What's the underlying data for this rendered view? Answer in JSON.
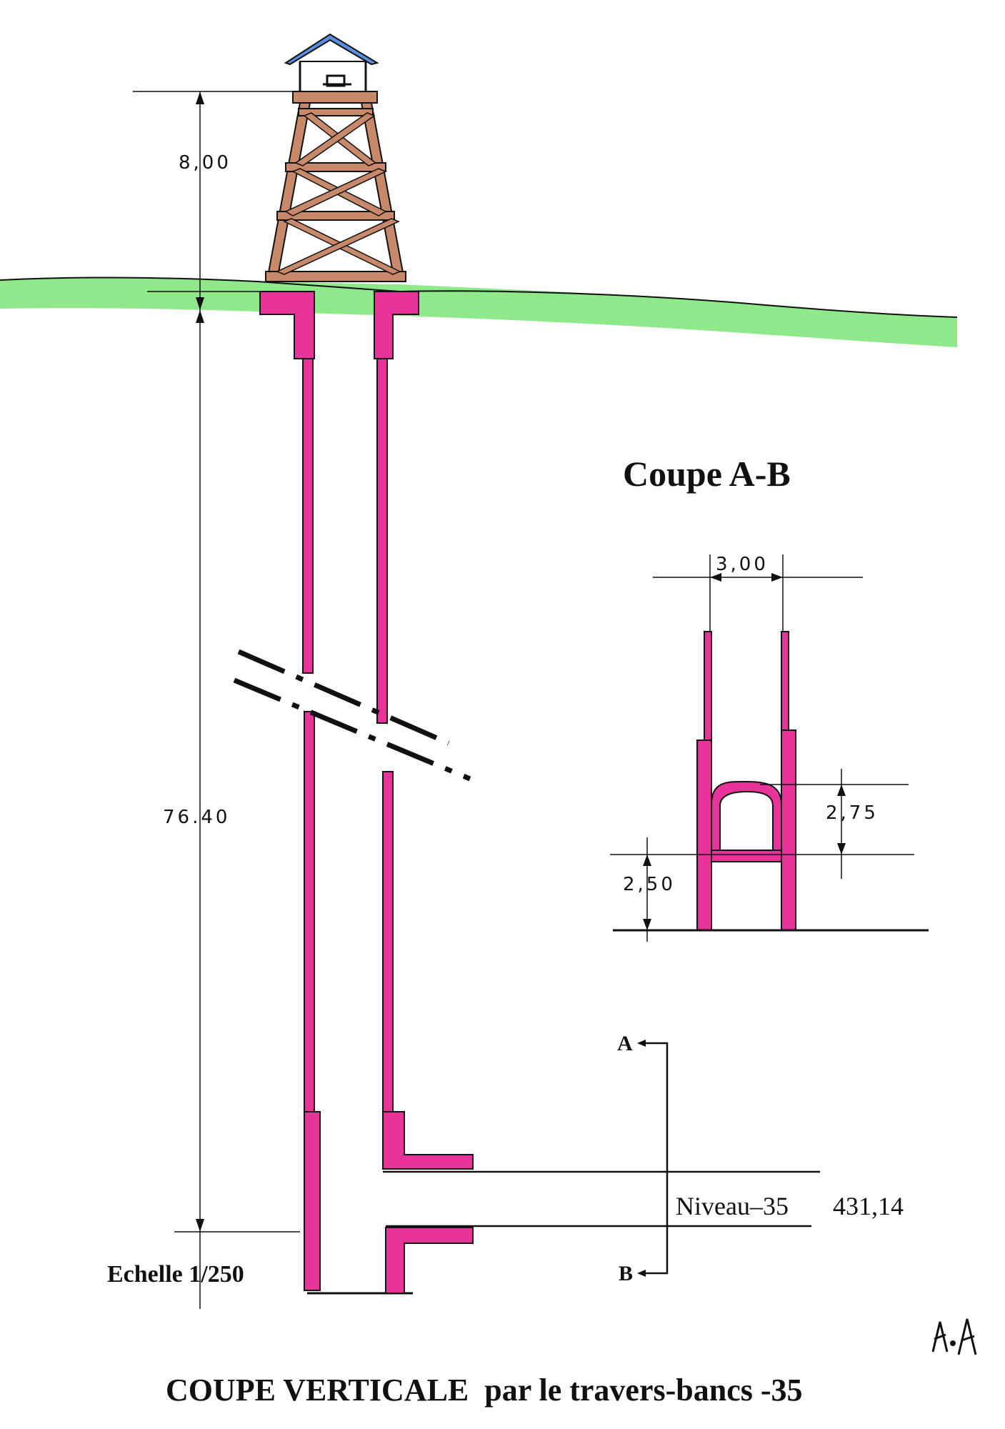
{
  "section_title": "Coupe A-B",
  "main_title": "COUPE VERTICALE  par le travers-bancs -35",
  "scale": "Echelle 1/250",
  "tower_height": "8,00",
  "shaft_depth": "76.40",
  "gallery_width": "3,00",
  "gallery_height": "2,75",
  "floor_height": "2,50",
  "marker_a": "A",
  "marker_b": "B",
  "level_name": "Niveau–35",
  "level_value": "431,14",
  "signature": "A.A",
  "colors": {
    "masonry": "#e8339b",
    "ground": "#8fe88a",
    "timber": "#c8896a",
    "roof": "#5a8fe0",
    "ink": "#111111"
  }
}
